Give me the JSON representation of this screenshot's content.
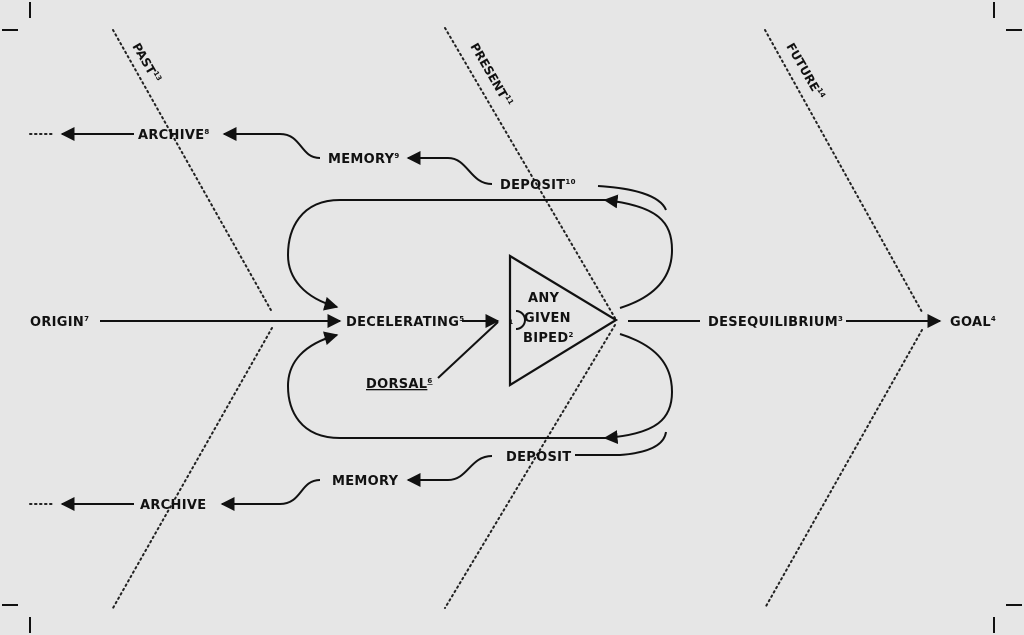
{
  "eras": {
    "past": {
      "label": "PAST",
      "note": "13"
    },
    "present": {
      "label": "PRESENT",
      "note": "11"
    },
    "future": {
      "label": "FUTURE",
      "note": "14"
    }
  },
  "nodes": {
    "origin": {
      "label": "ORIGIN",
      "note": "7"
    },
    "decelerating": {
      "label": "DECELERATING",
      "note": "5"
    },
    "biped_line1": "ANY",
    "biped_line2": "GIVEN",
    "biped_line3": "BIPED",
    "biped_note": "2",
    "inner_mark": "1",
    "dorsal": {
      "label": "DORSAL",
      "note": "6"
    },
    "desequilibrium": {
      "label": "DESEQUILIBRIUM",
      "note": "3"
    },
    "goal": {
      "label": "GOAL",
      "note": "4"
    },
    "archive_top": {
      "label": "ARCHIVE",
      "note": "8"
    },
    "memory_top": {
      "label": "MEMORY",
      "note": "9"
    },
    "deposit_top": {
      "label": "DEPOSIT",
      "note": "10"
    },
    "deposit_bottom": {
      "label": "DEPOSIT"
    },
    "memory_bottom": {
      "label": "MEMORY"
    },
    "archive_bottom": {
      "label": "ARCHIVE"
    }
  }
}
